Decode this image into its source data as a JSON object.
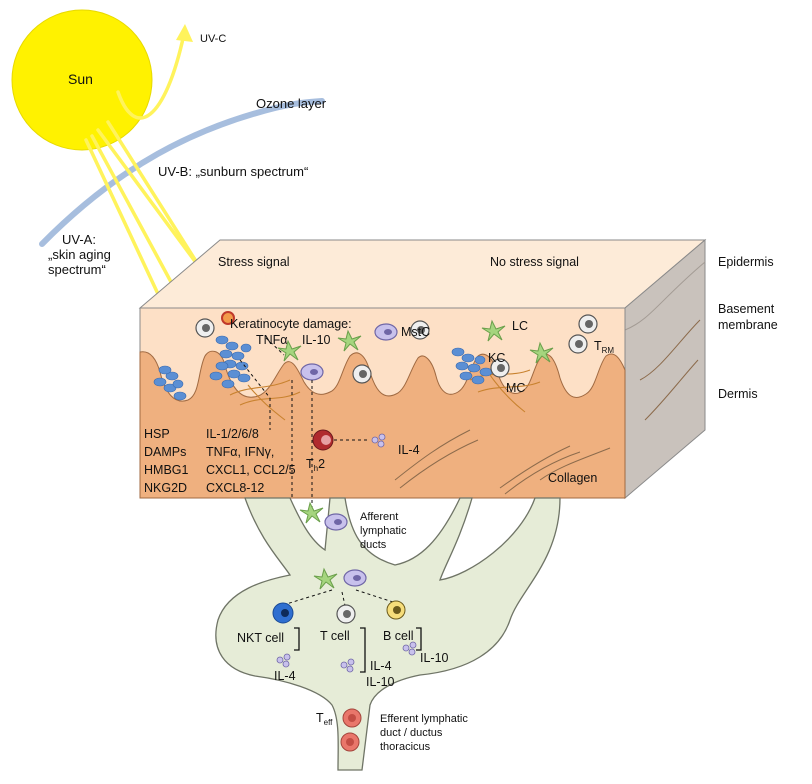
{
  "sun": {
    "label": "Sun"
  },
  "rays": {
    "uvc": "UV-C",
    "uvb": "UV-B: „sunburn spectrum“",
    "uva_line1": "UV-A:",
    "uva_line2": "„skin aging",
    "uva_line3": "spectrum“"
  },
  "ozone": {
    "label": "Ozone layer"
  },
  "skin": {
    "stress_signal": "Stress signal",
    "no_stress_signal": "No stress signal",
    "epidermis": "Epidermis",
    "basement_line1": "Basement",
    "basement_line2": "membrane",
    "dermis": "Dermis",
    "collagen": "Collagen",
    "keratinocyte_damage": "Keratinocyte damage:",
    "tnfa": "TNFα",
    "il10": "IL-10",
    "mstc": "MstC",
    "lc": "LC",
    "kc": "KC",
    "mc": "MC",
    "trm_main": "T",
    "trm_sub": "RM",
    "th2_main": "T",
    "th2_sub": "h",
    "th2_tail": "2",
    "il4": "IL-4"
  },
  "mediators": {
    "left": [
      "HSP",
      "DAMPs",
      "HMBG1",
      "NKG2D"
    ],
    "right": [
      "IL-1/2/6/8",
      "TNFα, IFNγ,",
      "CXCL1, CCL2/5",
      "CXCL8-12"
    ]
  },
  "lymph": {
    "afferent_line1": "Afferent",
    "afferent_line2": "lymphatic",
    "afferent_line3": "ducts",
    "nkt_cell": "NKT cell",
    "t_cell": "T cell",
    "b_cell": "B cell",
    "nkt_il4": "IL-4",
    "t_il4": "IL-4",
    "t_il10": "IL-10",
    "b_il10": "IL-10",
    "teff_main": "T",
    "teff_sub": "eff",
    "efferent_line1": "Efferent lymphatic",
    "efferent_line2": "duct / ductus",
    "efferent_line3": "thoracicus"
  },
  "colors": {
    "sun": "#fff200",
    "ray": "#fff35c",
    "ozone": "#a7bede",
    "epidermis_front": "#fde0c6",
    "epidermis_top": "#fdebd8",
    "dermis": "#efb07f",
    "side": "#c9c2bc",
    "lymph": "#e6ecd7",
    "lymph_stroke": "#6f7466",
    "cluster_blue": "#5b8fd4",
    "fiber": "#c8822f",
    "lc_green": "#9fd07a",
    "lilac": "#bfb7e6",
    "th2_red": "#b02a2e",
    "teff_orange": "#e9766a"
  }
}
